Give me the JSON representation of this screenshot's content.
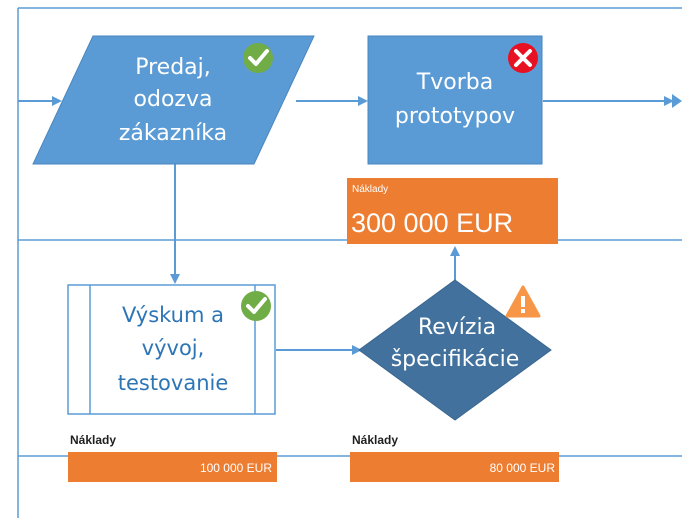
{
  "colors": {
    "shape_fill": "#5b9bd5",
    "diamond_fill": "#41719c",
    "line": "#5b9bd5",
    "cost_bar": "#ed7d31",
    "check": "#70ad47",
    "error": "#e81123",
    "warning": "#f79646"
  },
  "shapes": {
    "sales": {
      "lines": [
        "Predaj,",
        "odozva",
        "zákazníka"
      ],
      "status": "check-icon"
    },
    "prototype": {
      "lines": [
        "Tvorba",
        "prototypov"
      ],
      "status": "error-icon"
    },
    "research": {
      "lines": [
        "Výskum a",
        "vývoj,",
        "testovanie"
      ],
      "status": "check-icon"
    },
    "review": {
      "lines": [
        "Revízia",
        "špecifikácie"
      ],
      "status": "warning-icon"
    }
  },
  "costs": {
    "prototype": {
      "label": "Náklady",
      "value": "300 000 EUR"
    },
    "research": {
      "label": "Náklady",
      "value": "100 000 EUR"
    },
    "review": {
      "label": "Náklady",
      "value": "80 000 EUR"
    }
  }
}
